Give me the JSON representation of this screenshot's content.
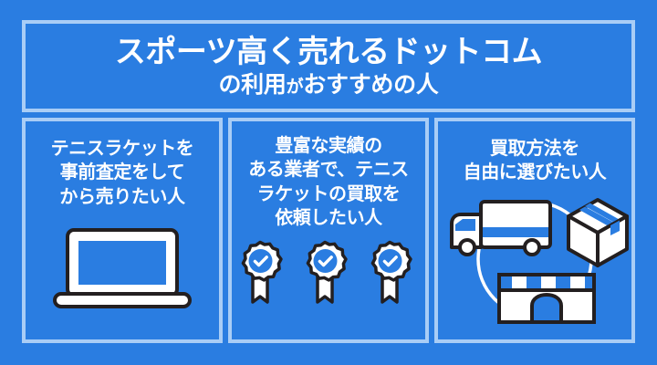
{
  "theme": {
    "background": "#2a7de1",
    "frame_border": "#a9cdf6",
    "text": "#ffffff",
    "icon_outline": "#231f20",
    "icon_fill": "#ffffff",
    "icon_accent": "#2a7de1"
  },
  "header": {
    "title_main": "スポーツ高く売れるドットコム",
    "title_sub_before": "の利用",
    "title_sub_particle": "が",
    "title_sub_after": "おすすめの人"
  },
  "columns": [
    {
      "id": "pre-assessment",
      "text": "テニスラケットを\n事前査定をして\nから売りたい人",
      "icon": "laptop-icon"
    },
    {
      "id": "experienced-dealer",
      "text": "豊富な実績の\nある業者で、テニス\nラケットの買取を\n依頼したい人",
      "icon": "medal-badges-icon"
    },
    {
      "id": "choose-method",
      "text": "買取方法を\n自由に選びたい人",
      "icon": "delivery-options-icon"
    }
  ]
}
